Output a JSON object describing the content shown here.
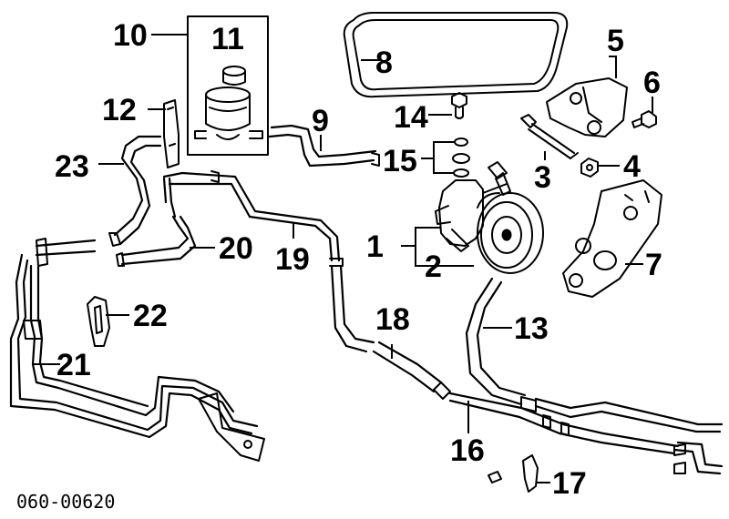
{
  "diagram": {
    "code": "060-00620",
    "callouts": [
      "1",
      "2",
      "3",
      "4",
      "5",
      "6",
      "7",
      "8",
      "9",
      "10",
      "11",
      "12",
      "13",
      "14",
      "15",
      "16",
      "17",
      "18",
      "19",
      "20",
      "21",
      "22",
      "23"
    ]
  }
}
